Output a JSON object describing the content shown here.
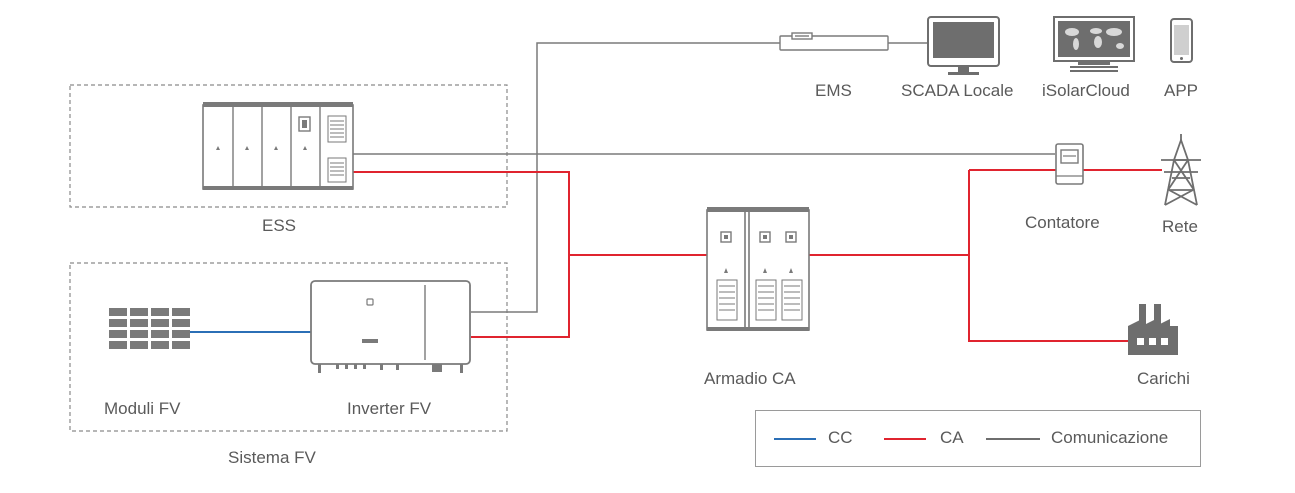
{
  "labels": {
    "ems": "EMS",
    "scada": "SCADA Locale",
    "isolarcloud": "iSolarCloud",
    "app": "APP",
    "ess": "ESS",
    "contatore": "Contatore",
    "rete": "Rete",
    "armadio": "Armadio CA",
    "carichi": "Carichi",
    "moduli": "Moduli FV",
    "inverter": "Inverter FV",
    "sistema": "Sistema FV"
  },
  "legend": [
    {
      "label": "CC",
      "color": "#2b6fb6"
    },
    {
      "label": "CA",
      "color": "#e0242f"
    },
    {
      "label": "Comunicazione",
      "color": "#6e6e6e"
    }
  ],
  "colors": {
    "dc": "#2b6fb6",
    "ac": "#e0242f",
    "comm": "#6e6e6e",
    "device": "#7a7a7a"
  }
}
